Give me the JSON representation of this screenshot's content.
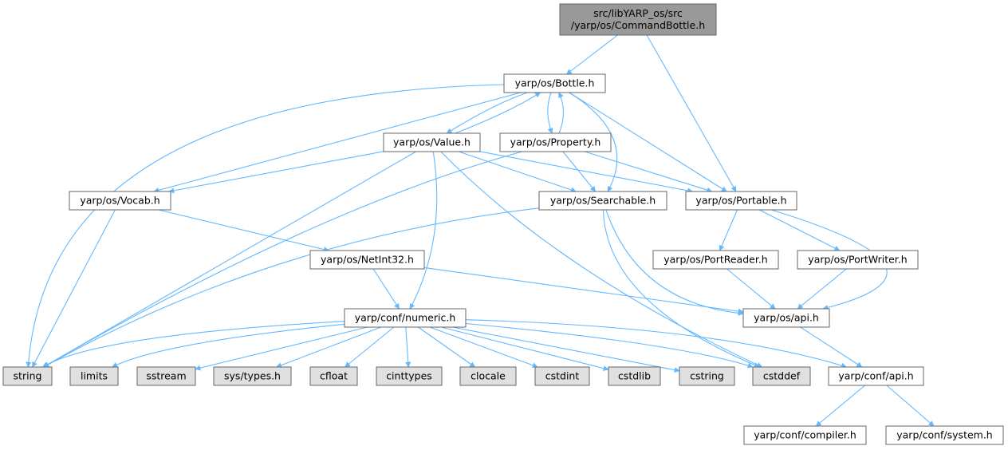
{
  "nodes": [
    {
      "id": "commandbottle",
      "lines": [
        "src/libYARP_os/src",
        "/yarp/os/CommandBottle.h"
      ],
      "kind": "root"
    },
    {
      "id": "bottle",
      "lines": [
        "yarp/os/Bottle.h"
      ],
      "kind": "file"
    },
    {
      "id": "value",
      "lines": [
        "yarp/os/Value.h"
      ],
      "kind": "file"
    },
    {
      "id": "property",
      "lines": [
        "yarp/os/Property.h"
      ],
      "kind": "file"
    },
    {
      "id": "vocab",
      "lines": [
        "yarp/os/Vocab.h"
      ],
      "kind": "file"
    },
    {
      "id": "searchable",
      "lines": [
        "yarp/os/Searchable.h"
      ],
      "kind": "file"
    },
    {
      "id": "portable",
      "lines": [
        "yarp/os/Portable.h"
      ],
      "kind": "file"
    },
    {
      "id": "netint32",
      "lines": [
        "yarp/os/NetInt32.h"
      ],
      "kind": "file"
    },
    {
      "id": "portreader",
      "lines": [
        "yarp/os/PortReader.h"
      ],
      "kind": "file"
    },
    {
      "id": "portwriter",
      "lines": [
        "yarp/os/PortWriter.h"
      ],
      "kind": "file"
    },
    {
      "id": "numeric",
      "lines": [
        "yarp/conf/numeric.h"
      ],
      "kind": "file"
    },
    {
      "id": "osapi",
      "lines": [
        "yarp/os/api.h"
      ],
      "kind": "file"
    },
    {
      "id": "string",
      "lines": [
        "string"
      ],
      "kind": "system"
    },
    {
      "id": "limits",
      "lines": [
        "limits"
      ],
      "kind": "system"
    },
    {
      "id": "sstream",
      "lines": [
        "sstream"
      ],
      "kind": "system"
    },
    {
      "id": "systypes",
      "lines": [
        "sys/types.h"
      ],
      "kind": "system"
    },
    {
      "id": "cfloat",
      "lines": [
        "cfloat"
      ],
      "kind": "system"
    },
    {
      "id": "cinttypes",
      "lines": [
        "cinttypes"
      ],
      "kind": "system"
    },
    {
      "id": "clocale",
      "lines": [
        "clocale"
      ],
      "kind": "system"
    },
    {
      "id": "cstdint",
      "lines": [
        "cstdint"
      ],
      "kind": "system"
    },
    {
      "id": "cstdlib",
      "lines": [
        "cstdlib"
      ],
      "kind": "system"
    },
    {
      "id": "cstring",
      "lines": [
        "cstring"
      ],
      "kind": "system"
    },
    {
      "id": "cstddef",
      "lines": [
        "cstddef"
      ],
      "kind": "system"
    },
    {
      "id": "confapi",
      "lines": [
        "yarp/conf/api.h"
      ],
      "kind": "file"
    },
    {
      "id": "compiler",
      "lines": [
        "yarp/conf/compiler.h"
      ],
      "kind": "file"
    },
    {
      "id": "system",
      "lines": [
        "yarp/conf/system.h"
      ],
      "kind": "file"
    }
  ],
  "edges": [
    [
      "commandbottle",
      "bottle"
    ],
    [
      "commandbottle",
      "portable"
    ],
    [
      "bottle",
      "value"
    ],
    [
      "bottle",
      "property"
    ],
    [
      "bottle",
      "vocab"
    ],
    [
      "bottle",
      "searchable"
    ],
    [
      "bottle",
      "portable"
    ],
    [
      "bottle",
      "string"
    ],
    [
      "value",
      "bottle"
    ],
    [
      "value",
      "vocab"
    ],
    [
      "value",
      "searchable"
    ],
    [
      "value",
      "portable"
    ],
    [
      "value",
      "numeric"
    ],
    [
      "value",
      "string"
    ],
    [
      "value",
      "cstddef"
    ],
    [
      "property",
      "bottle"
    ],
    [
      "property",
      "searchable"
    ],
    [
      "property",
      "portable"
    ],
    [
      "property",
      "string"
    ],
    [
      "vocab",
      "netint32"
    ],
    [
      "vocab",
      "string"
    ],
    [
      "searchable",
      "osapi"
    ],
    [
      "searchable",
      "string"
    ],
    [
      "searchable",
      "cstddef"
    ],
    [
      "portable",
      "portreader"
    ],
    [
      "portable",
      "portwriter"
    ],
    [
      "portable",
      "osapi"
    ],
    [
      "netint32",
      "numeric"
    ],
    [
      "netint32",
      "osapi"
    ],
    [
      "portreader",
      "osapi"
    ],
    [
      "portwriter",
      "osapi"
    ],
    [
      "numeric",
      "string"
    ],
    [
      "numeric",
      "limits"
    ],
    [
      "numeric",
      "sstream"
    ],
    [
      "numeric",
      "systypes"
    ],
    [
      "numeric",
      "cfloat"
    ],
    [
      "numeric",
      "cinttypes"
    ],
    [
      "numeric",
      "clocale"
    ],
    [
      "numeric",
      "cstdint"
    ],
    [
      "numeric",
      "cstdlib"
    ],
    [
      "numeric",
      "cstring"
    ],
    [
      "numeric",
      "cstddef"
    ],
    [
      "numeric",
      "confapi"
    ],
    [
      "osapi",
      "confapi"
    ],
    [
      "confapi",
      "compiler"
    ],
    [
      "confapi",
      "system"
    ]
  ],
  "colors": {
    "root_fill": "#999999",
    "file_fill": "#ffffff",
    "system_fill": "#e0e0e0",
    "border": "#666666",
    "edge": "#63b8ff"
  }
}
